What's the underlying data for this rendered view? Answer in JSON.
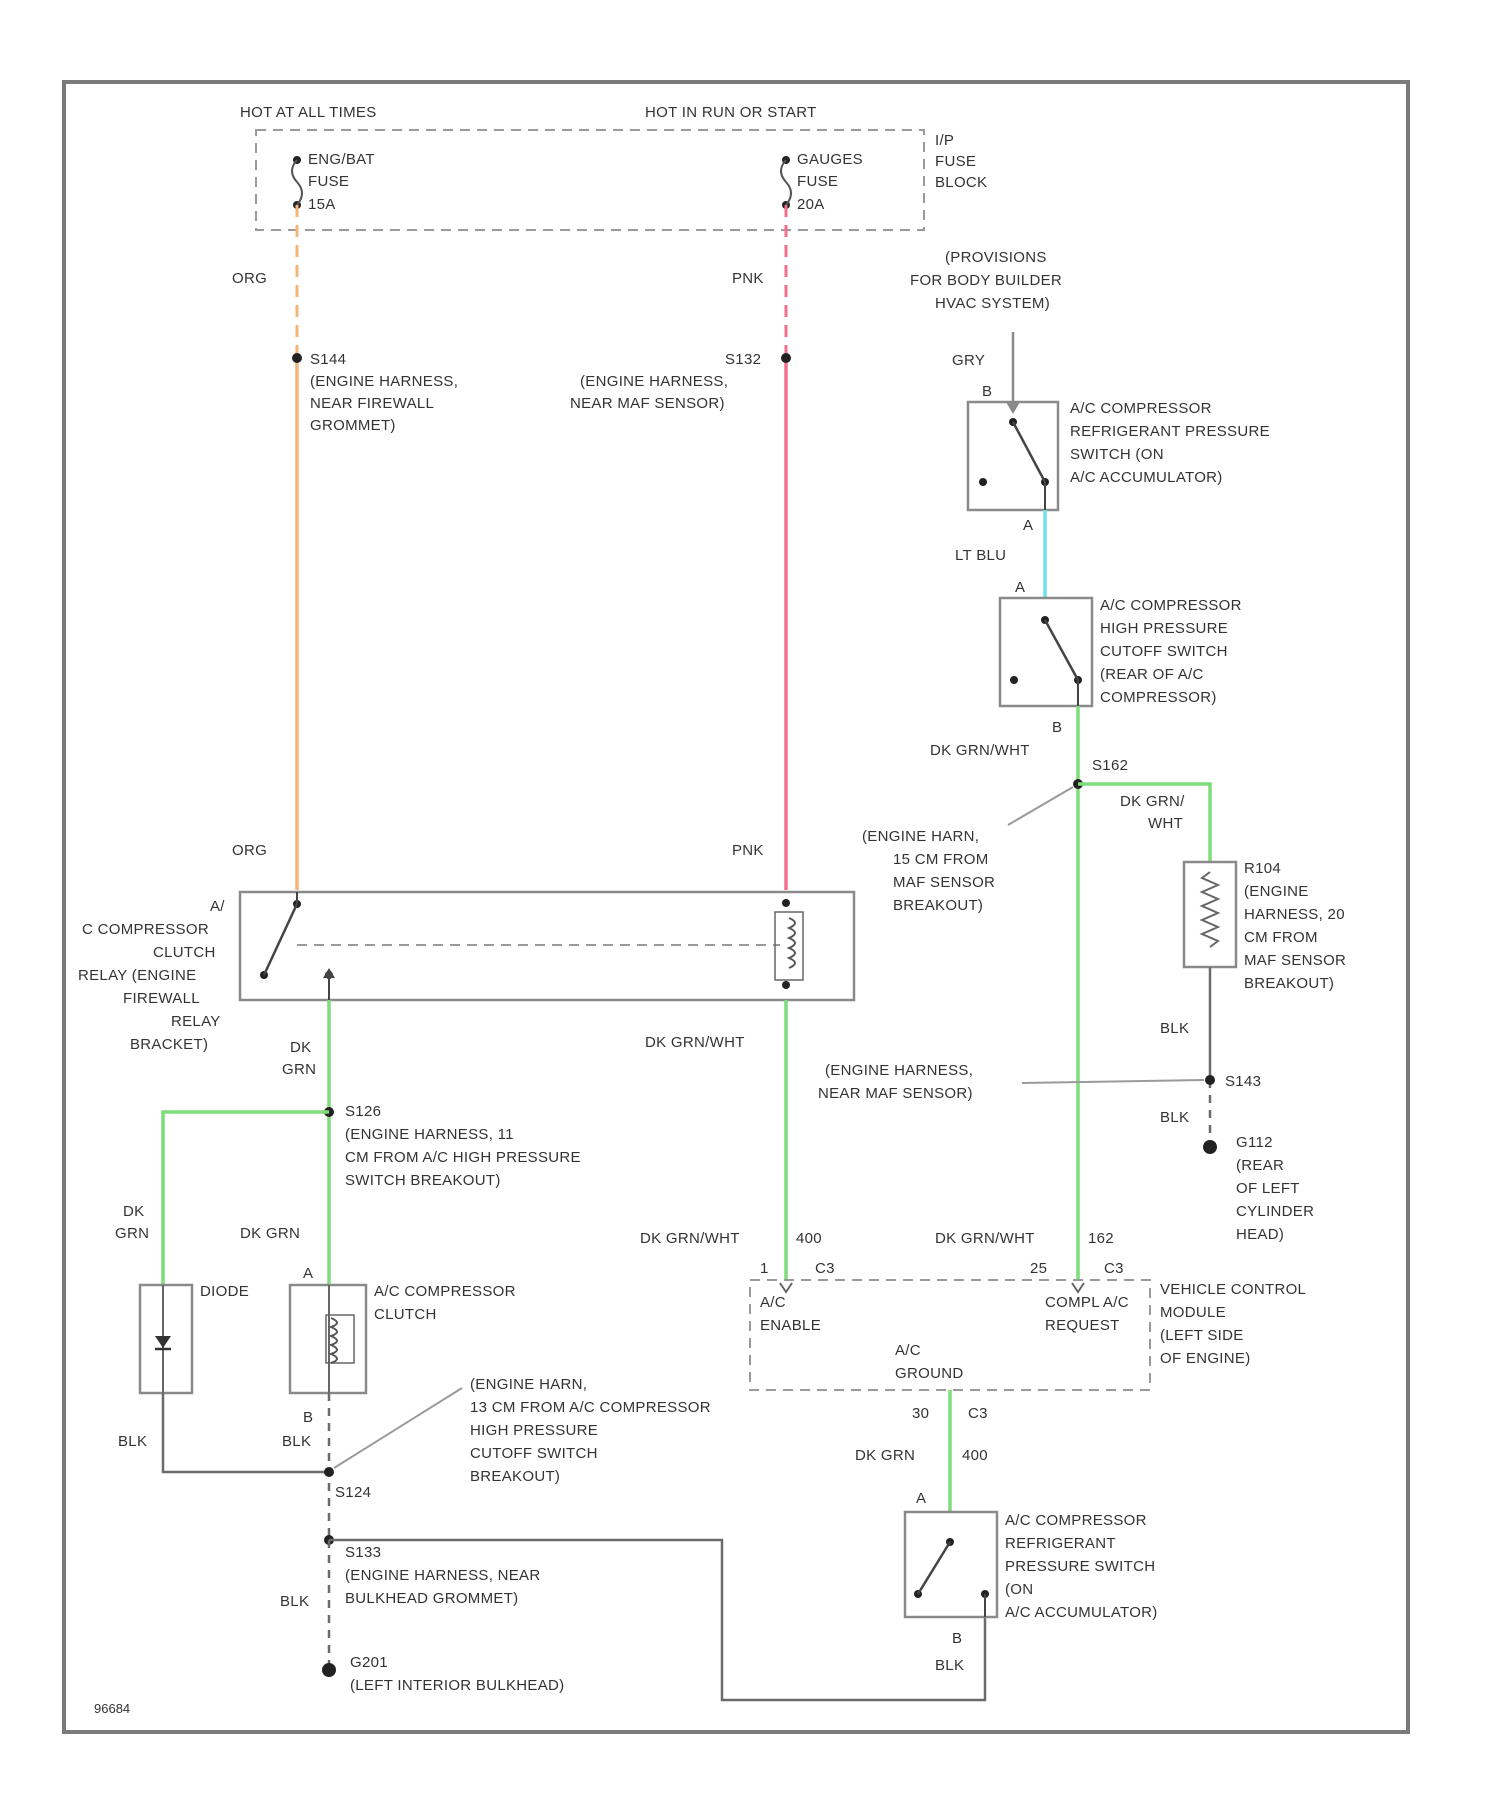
{
  "header": {
    "hot_at_all_times": "HOT AT ALL TIMES",
    "hot_in_run_or_start": "HOT IN RUN OR START",
    "fuse_block": [
      "I/P",
      "FUSE",
      "BLOCK"
    ]
  },
  "fuses": {
    "left": [
      "ENG/BAT",
      "FUSE",
      "15A"
    ],
    "right": [
      "GAUGES",
      "FUSE",
      "20A"
    ]
  },
  "wire_colors": {
    "org": "ORG",
    "pnk": "PNK",
    "gry": "GRY",
    "lt_blu": "LT BLU",
    "dk_grn_wht": "DK GRN/WHT",
    "dk_grn_wht_split": [
      "DK GRN/",
      "WHT"
    ],
    "dk_grn_split": [
      "DK",
      "GRN"
    ],
    "dk_grn": "DK GRN",
    "blk": "BLK",
    "c400": "400",
    "c162": "162"
  },
  "colors": {
    "org": "#f5b47a",
    "pnk": "#f2708a",
    "lt_blu": "#6fe3ec",
    "dk_grn": "#7fdc7a"
  },
  "splices": {
    "s144": [
      "S144",
      "(ENGINE HARNESS,",
      "NEAR FIREWALL",
      "GROMMET)"
    ],
    "s132": [
      "S132",
      "(ENGINE HARNESS,",
      "NEAR MAF SENSOR)"
    ],
    "s162": "S162",
    "s162_note": [
      "(ENGINE HARN,",
      "15 CM FROM",
      "MAF SENSOR",
      "BREAKOUT)"
    ],
    "s143": "S143",
    "s143_note": [
      "(ENGINE HARNESS,",
      "NEAR MAF SENSOR)"
    ],
    "s126": [
      "S126",
      "(ENGINE HARNESS, 11",
      "CM FROM A/C HIGH PRESSURE",
      "SWITCH BREAKOUT)"
    ],
    "s124": "S124",
    "s124_note": [
      "(ENGINE HARN,",
      "13 CM FROM A/C COMPRESSOR",
      "HIGH PRESSURE",
      "CUTOFF SWITCH",
      "BREAKOUT)"
    ],
    "s133": [
      "S133",
      "(ENGINE HARNESS, NEAR",
      "BULKHEAD GROMMET)"
    ]
  },
  "grounds": {
    "g112": [
      "G112",
      "(REAR",
      "OF LEFT",
      "CYLINDER",
      "HEAD)"
    ],
    "g201": [
      "G201",
      "(LEFT INTERIOR BULKHEAD)"
    ]
  },
  "components": {
    "provisions": [
      "(PROVISIONS",
      "FOR BODY BUILDER",
      "HVAC SYSTEM)"
    ],
    "cycling_switch": [
      "A/C COMPRESSOR",
      "REFRIGERANT PRESSURE",
      "SWITCH (ON",
      "A/C ACCUMULATOR)"
    ],
    "high_pressure_switch": [
      "A/C COMPRESSOR",
      "HIGH PRESSURE",
      "CUTOFF SWITCH",
      "(REAR OF A/C",
      "COMPRESSOR)"
    ],
    "resistor": [
      "R104",
      "(ENGINE",
      "HARNESS, 20",
      "CM FROM",
      "MAF SENSOR",
      "BREAKOUT)"
    ],
    "relay": [
      "A/",
      "C COMPRESSOR",
      "CLUTCH",
      "RELAY (ENGINE",
      "FIREWALL",
      "RELAY",
      "BRACKET)"
    ],
    "diode": "DIODE",
    "clutch": [
      "A/C COMPRESSOR",
      "CLUTCH"
    ],
    "vcm": [
      "VEHICLE CONTROL",
      "MODULE",
      "(LEFT SIDE",
      "OF ENGINE)"
    ],
    "vcm_ac_enable": [
      "A/C",
      "ENABLE"
    ],
    "vcm_compl_ac": [
      "COMPL A/C",
      "REQUEST"
    ],
    "vcm_ac_ground": [
      "A/C",
      "GROUND"
    ],
    "lower_switch": [
      "A/C COMPRESSOR",
      "REFRIGERANT",
      "PRESSURE SWITCH",
      "(ON",
      "A/C ACCUMULATOR)"
    ]
  },
  "pins": {
    "a": "A",
    "b": "B",
    "c3": "C3",
    "p1": "1",
    "p25": "25",
    "p30": "30"
  },
  "figure_code": "96684"
}
